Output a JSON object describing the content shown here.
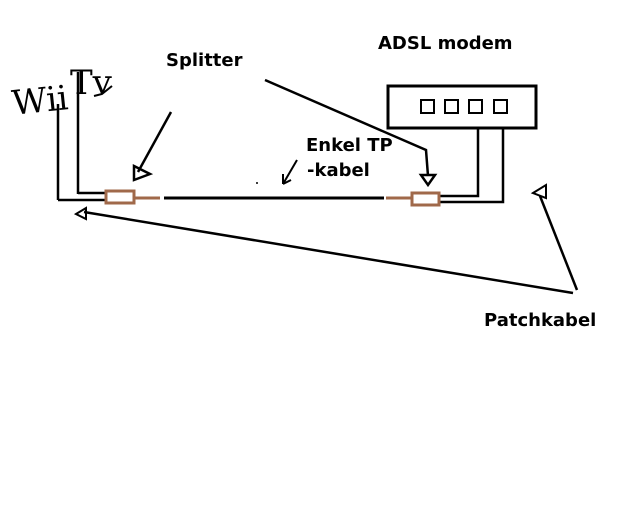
{
  "labels": {
    "splitter": "Splitter",
    "adsl_modem": "ADSL modem",
    "enkel_tp_line1": "Enkel TP",
    "enkel_tp_line2": "-kabel",
    "patchkabel": "Patchkabel",
    "wii": "Wii",
    "tv": "Tv"
  },
  "colors": {
    "line": "#000000",
    "splitter": "#a0694a",
    "background": "#ffffff"
  }
}
